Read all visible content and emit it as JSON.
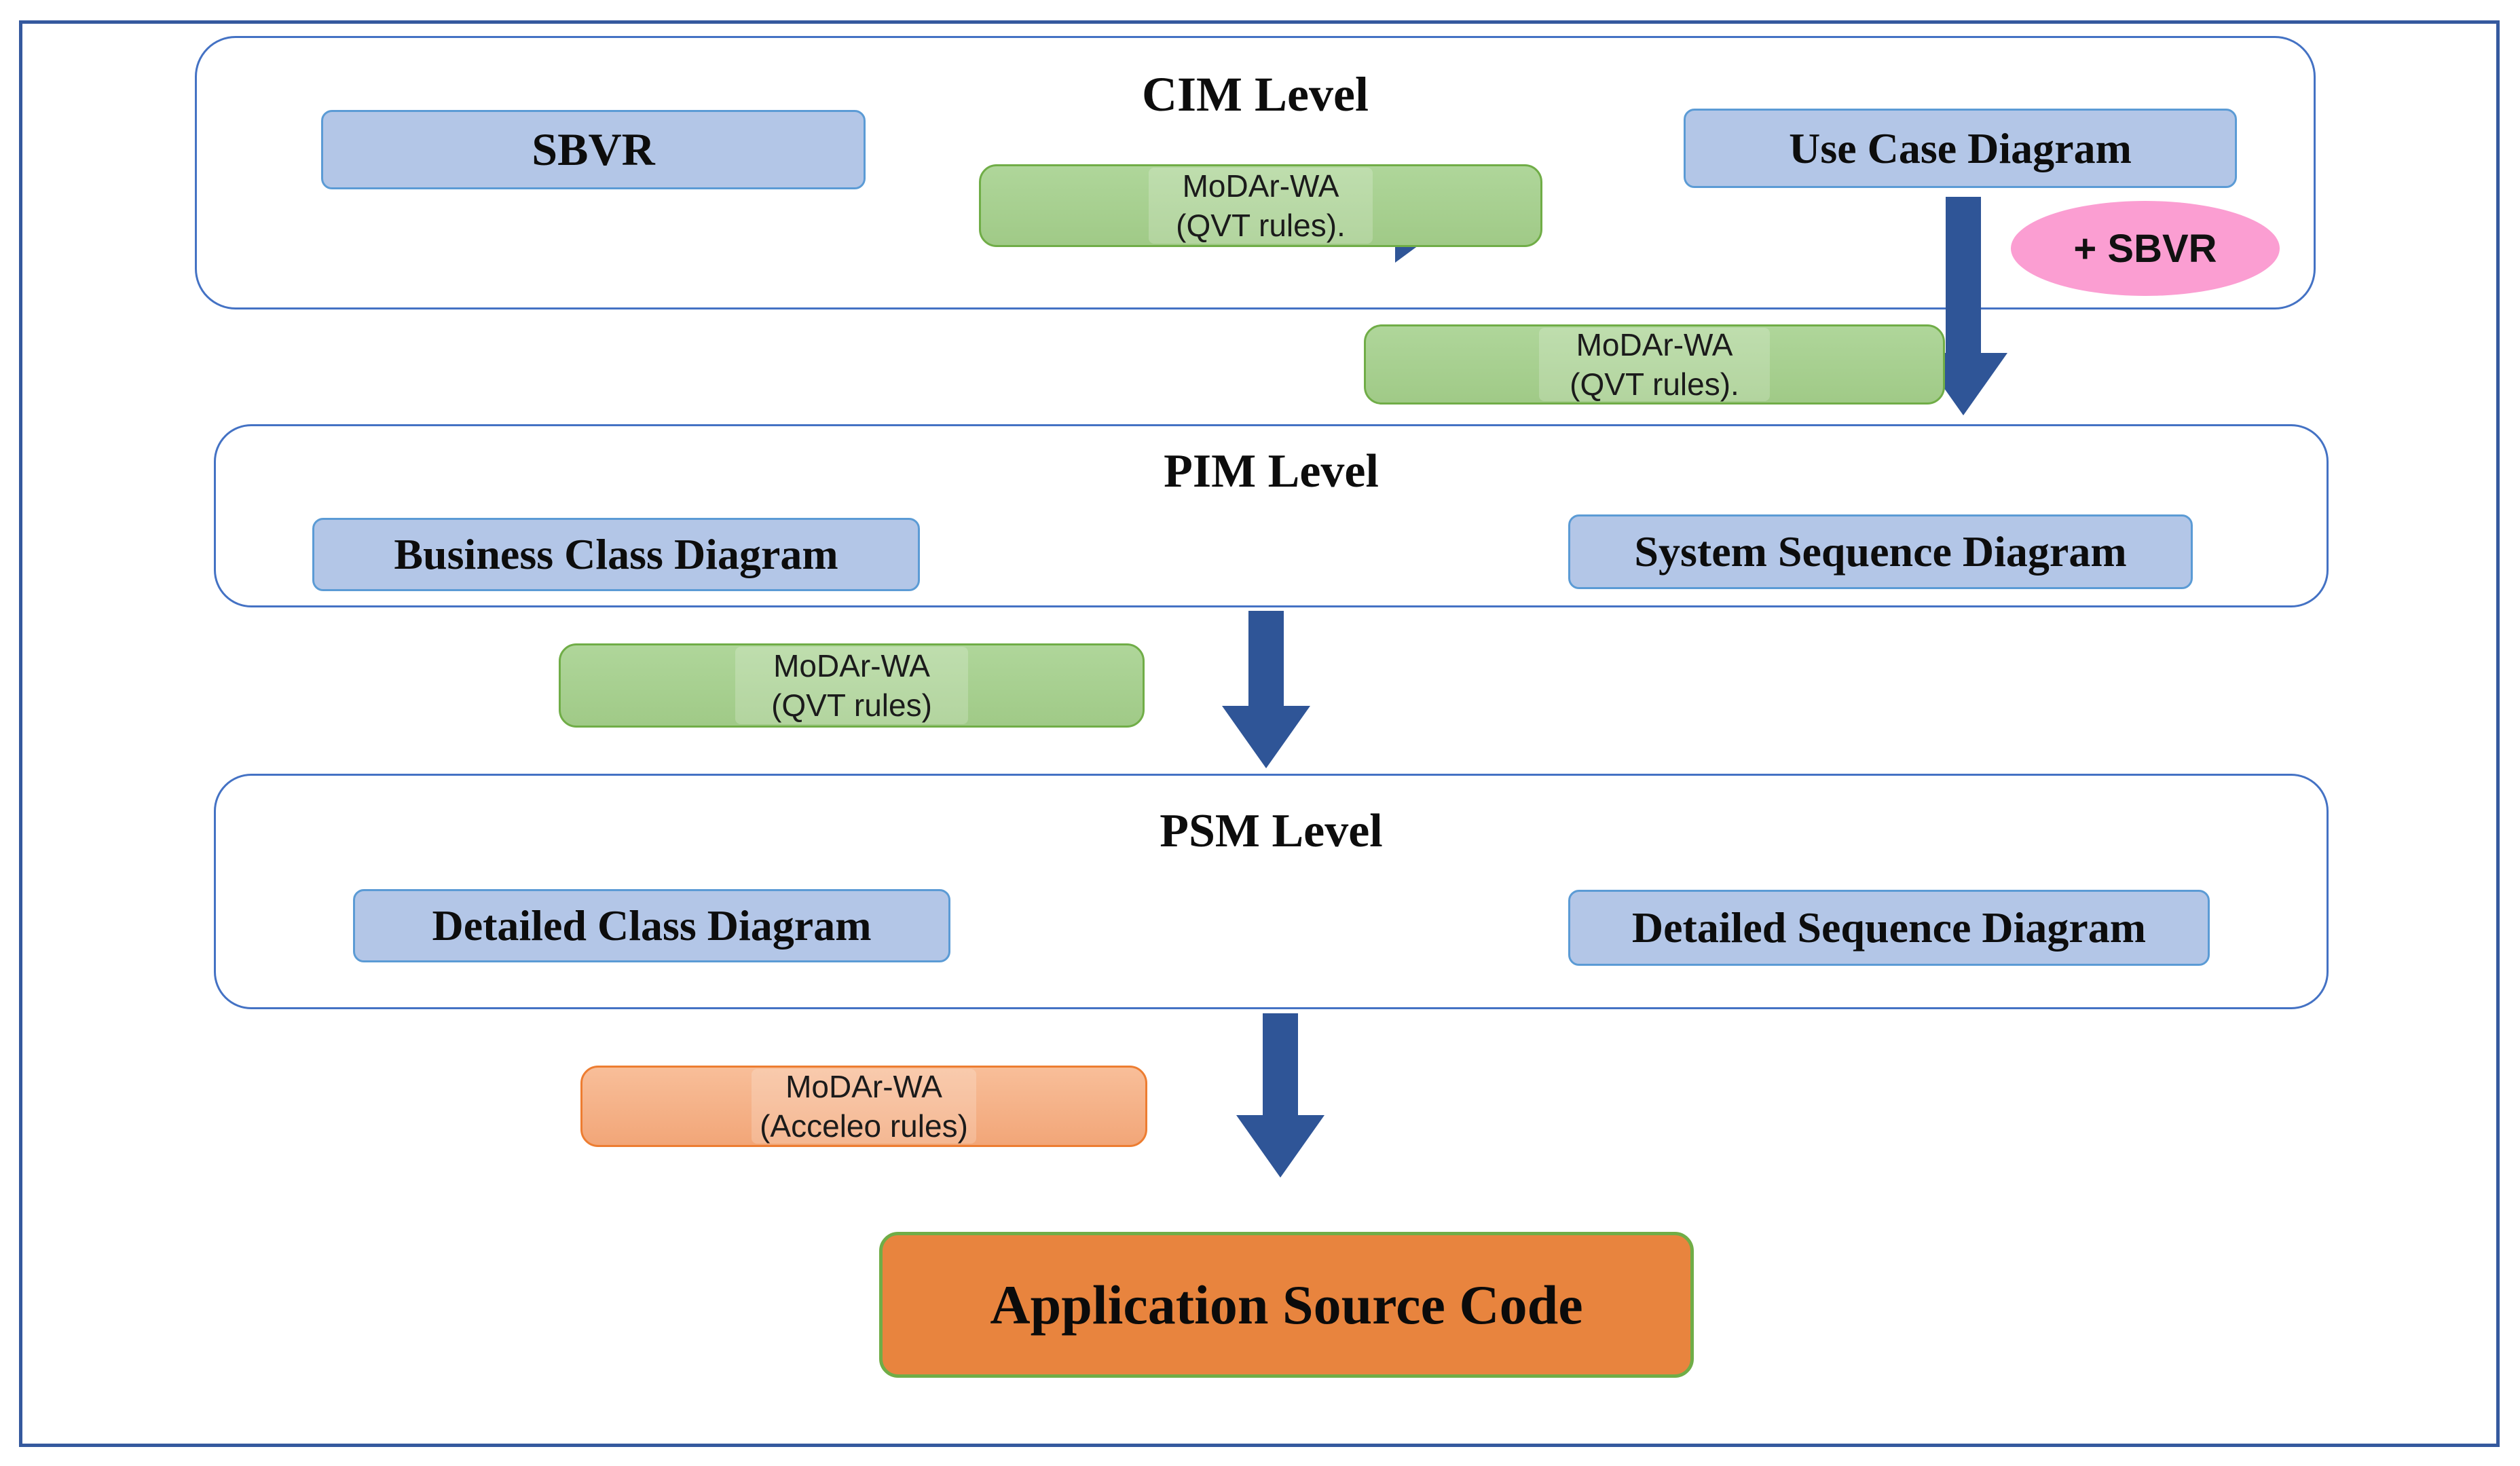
{
  "diagram": {
    "levels": [
      {
        "title": "CIM Level",
        "boxes": [
          "SBVR",
          "Use Case Diagram"
        ]
      },
      {
        "title": "PIM Level",
        "boxes": [
          "Business Class Diagram",
          "System Sequence Diagram"
        ]
      },
      {
        "title": "PSM Level",
        "boxes": [
          "Detailed Class Diagram",
          "Detailed Sequence Diagram"
        ]
      }
    ],
    "transformations": [
      {
        "name": "MoDAr-WA",
        "rules": "(QVT rules)."
      },
      {
        "name": "MoDAr-WA",
        "rules": "(QVT rules)."
      },
      {
        "name": "MoDAr-WA",
        "rules": "(QVT rules)"
      },
      {
        "name": "MoDAr-WA",
        "rules": "(Acceleo rules)"
      }
    ],
    "annotation": "+ SBVR",
    "result": "Application Source Code",
    "colors": {
      "outer_border": "#35599E",
      "container_border": "#4472C4",
      "model_box_fill": "#B3C6E7",
      "model_box_border": "#5B9BD5",
      "transform_green_fill": "#A9D18E",
      "transform_green_border": "#70AD47",
      "transform_orange_fill": "#F5B28A",
      "transform_orange_border": "#ED7D31",
      "arrow": "#2F5597",
      "annotation_pink": "#FB9ED2",
      "result_fill": "#E8843E",
      "result_border": "#70AD47"
    }
  }
}
